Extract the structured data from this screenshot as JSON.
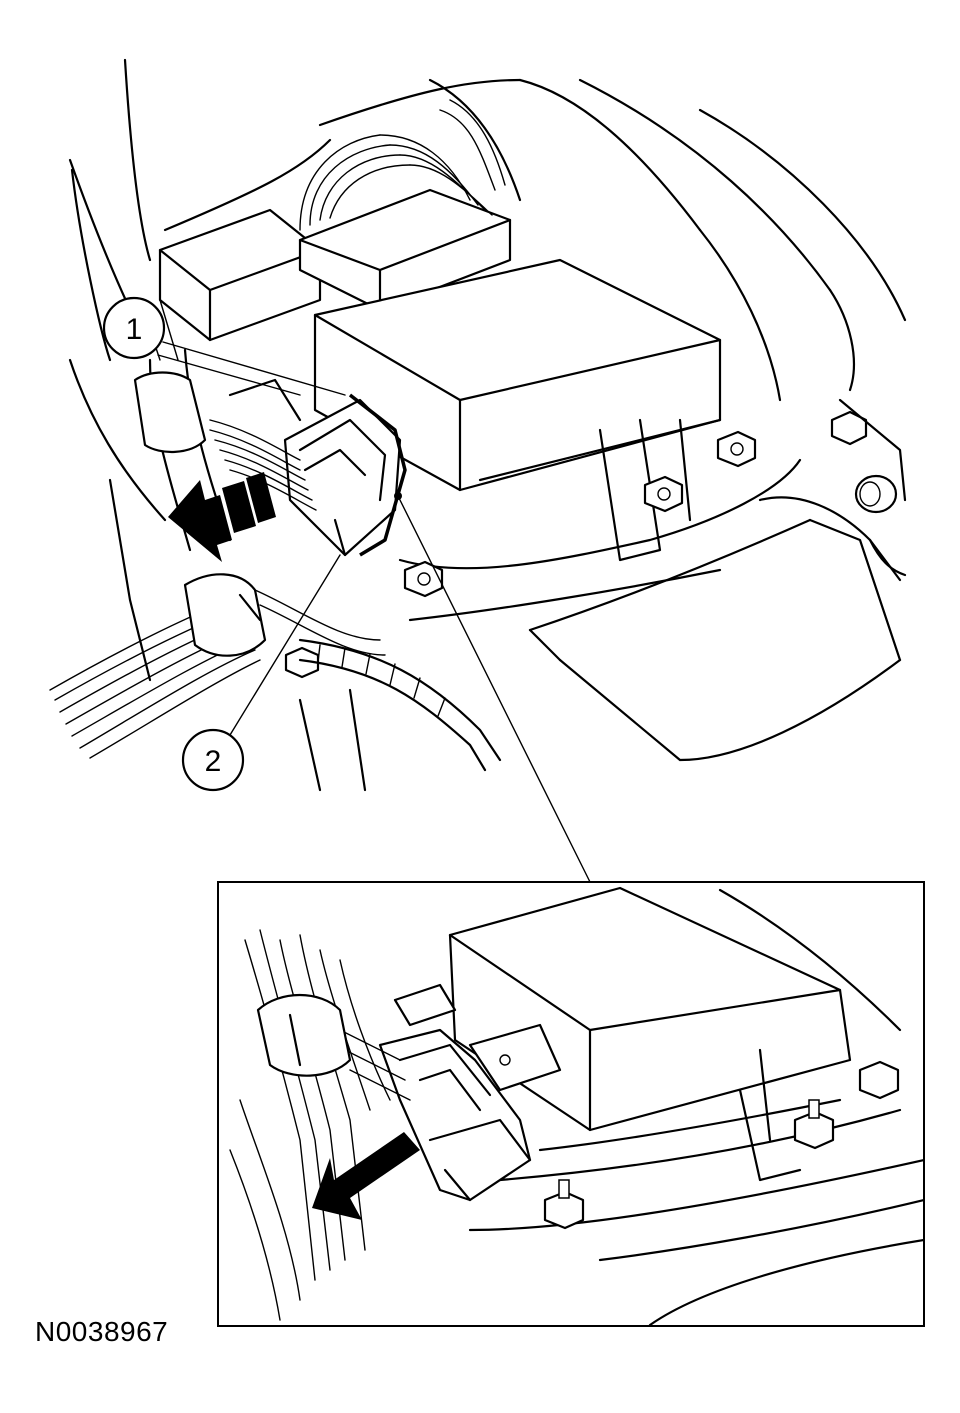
{
  "callouts": [
    {
      "id": "callout-1",
      "label": "1"
    },
    {
      "id": "callout-2",
      "label": "2"
    }
  ],
  "figure_code": "N0038967"
}
